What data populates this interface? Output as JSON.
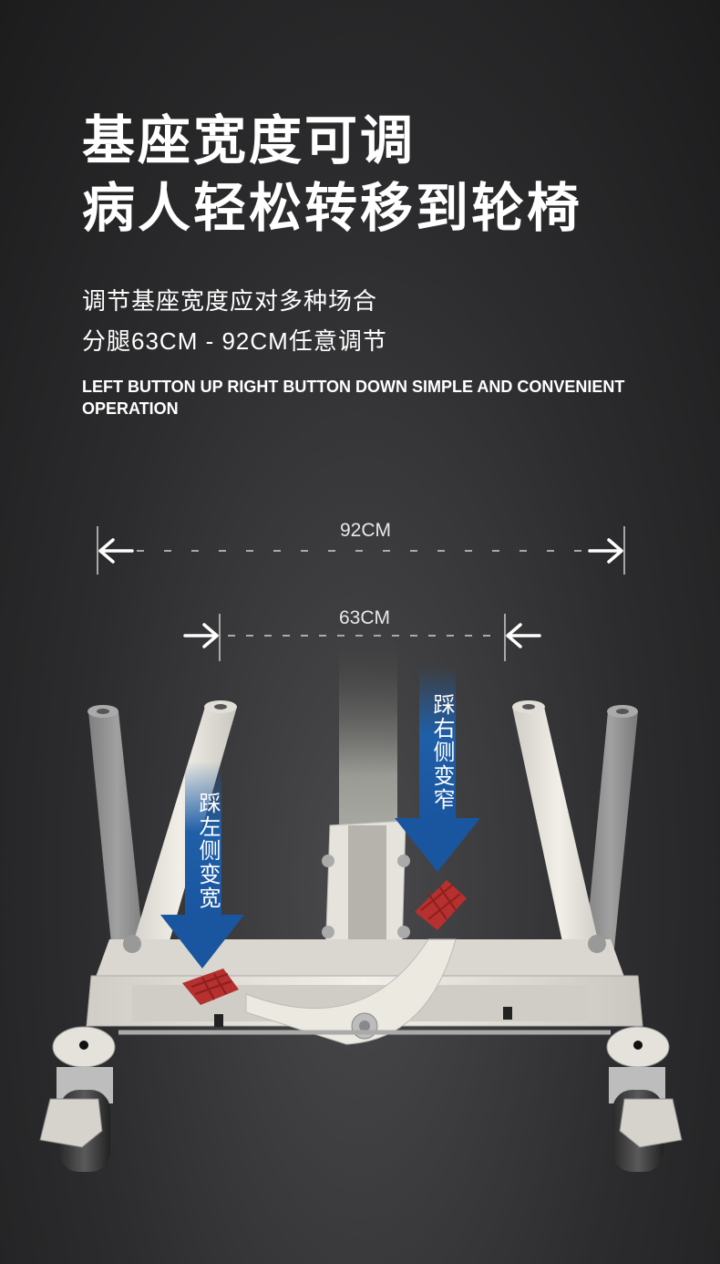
{
  "heading": {
    "line1": "基座宽度可调",
    "line2": "病人轻松转移到轮椅"
  },
  "subheading": {
    "line1": "调节基座宽度应对多种场合",
    "line2": "分腿63CM - 92CM任意调节"
  },
  "english_caption": "LEFT BUTTON UP RIGHT BUTTON DOWN SIMPLE AND CONVENIENT OPERATION",
  "dimensions": {
    "outer": "92CM",
    "inner": "63CM"
  },
  "callouts": {
    "left": "踩左侧变宽",
    "right": "踩右侧变窄"
  },
  "colors": {
    "arrow_blue": "#1f5fa8",
    "pedal_red": "#b5302f",
    "frame_white": "#e9e7df"
  }
}
